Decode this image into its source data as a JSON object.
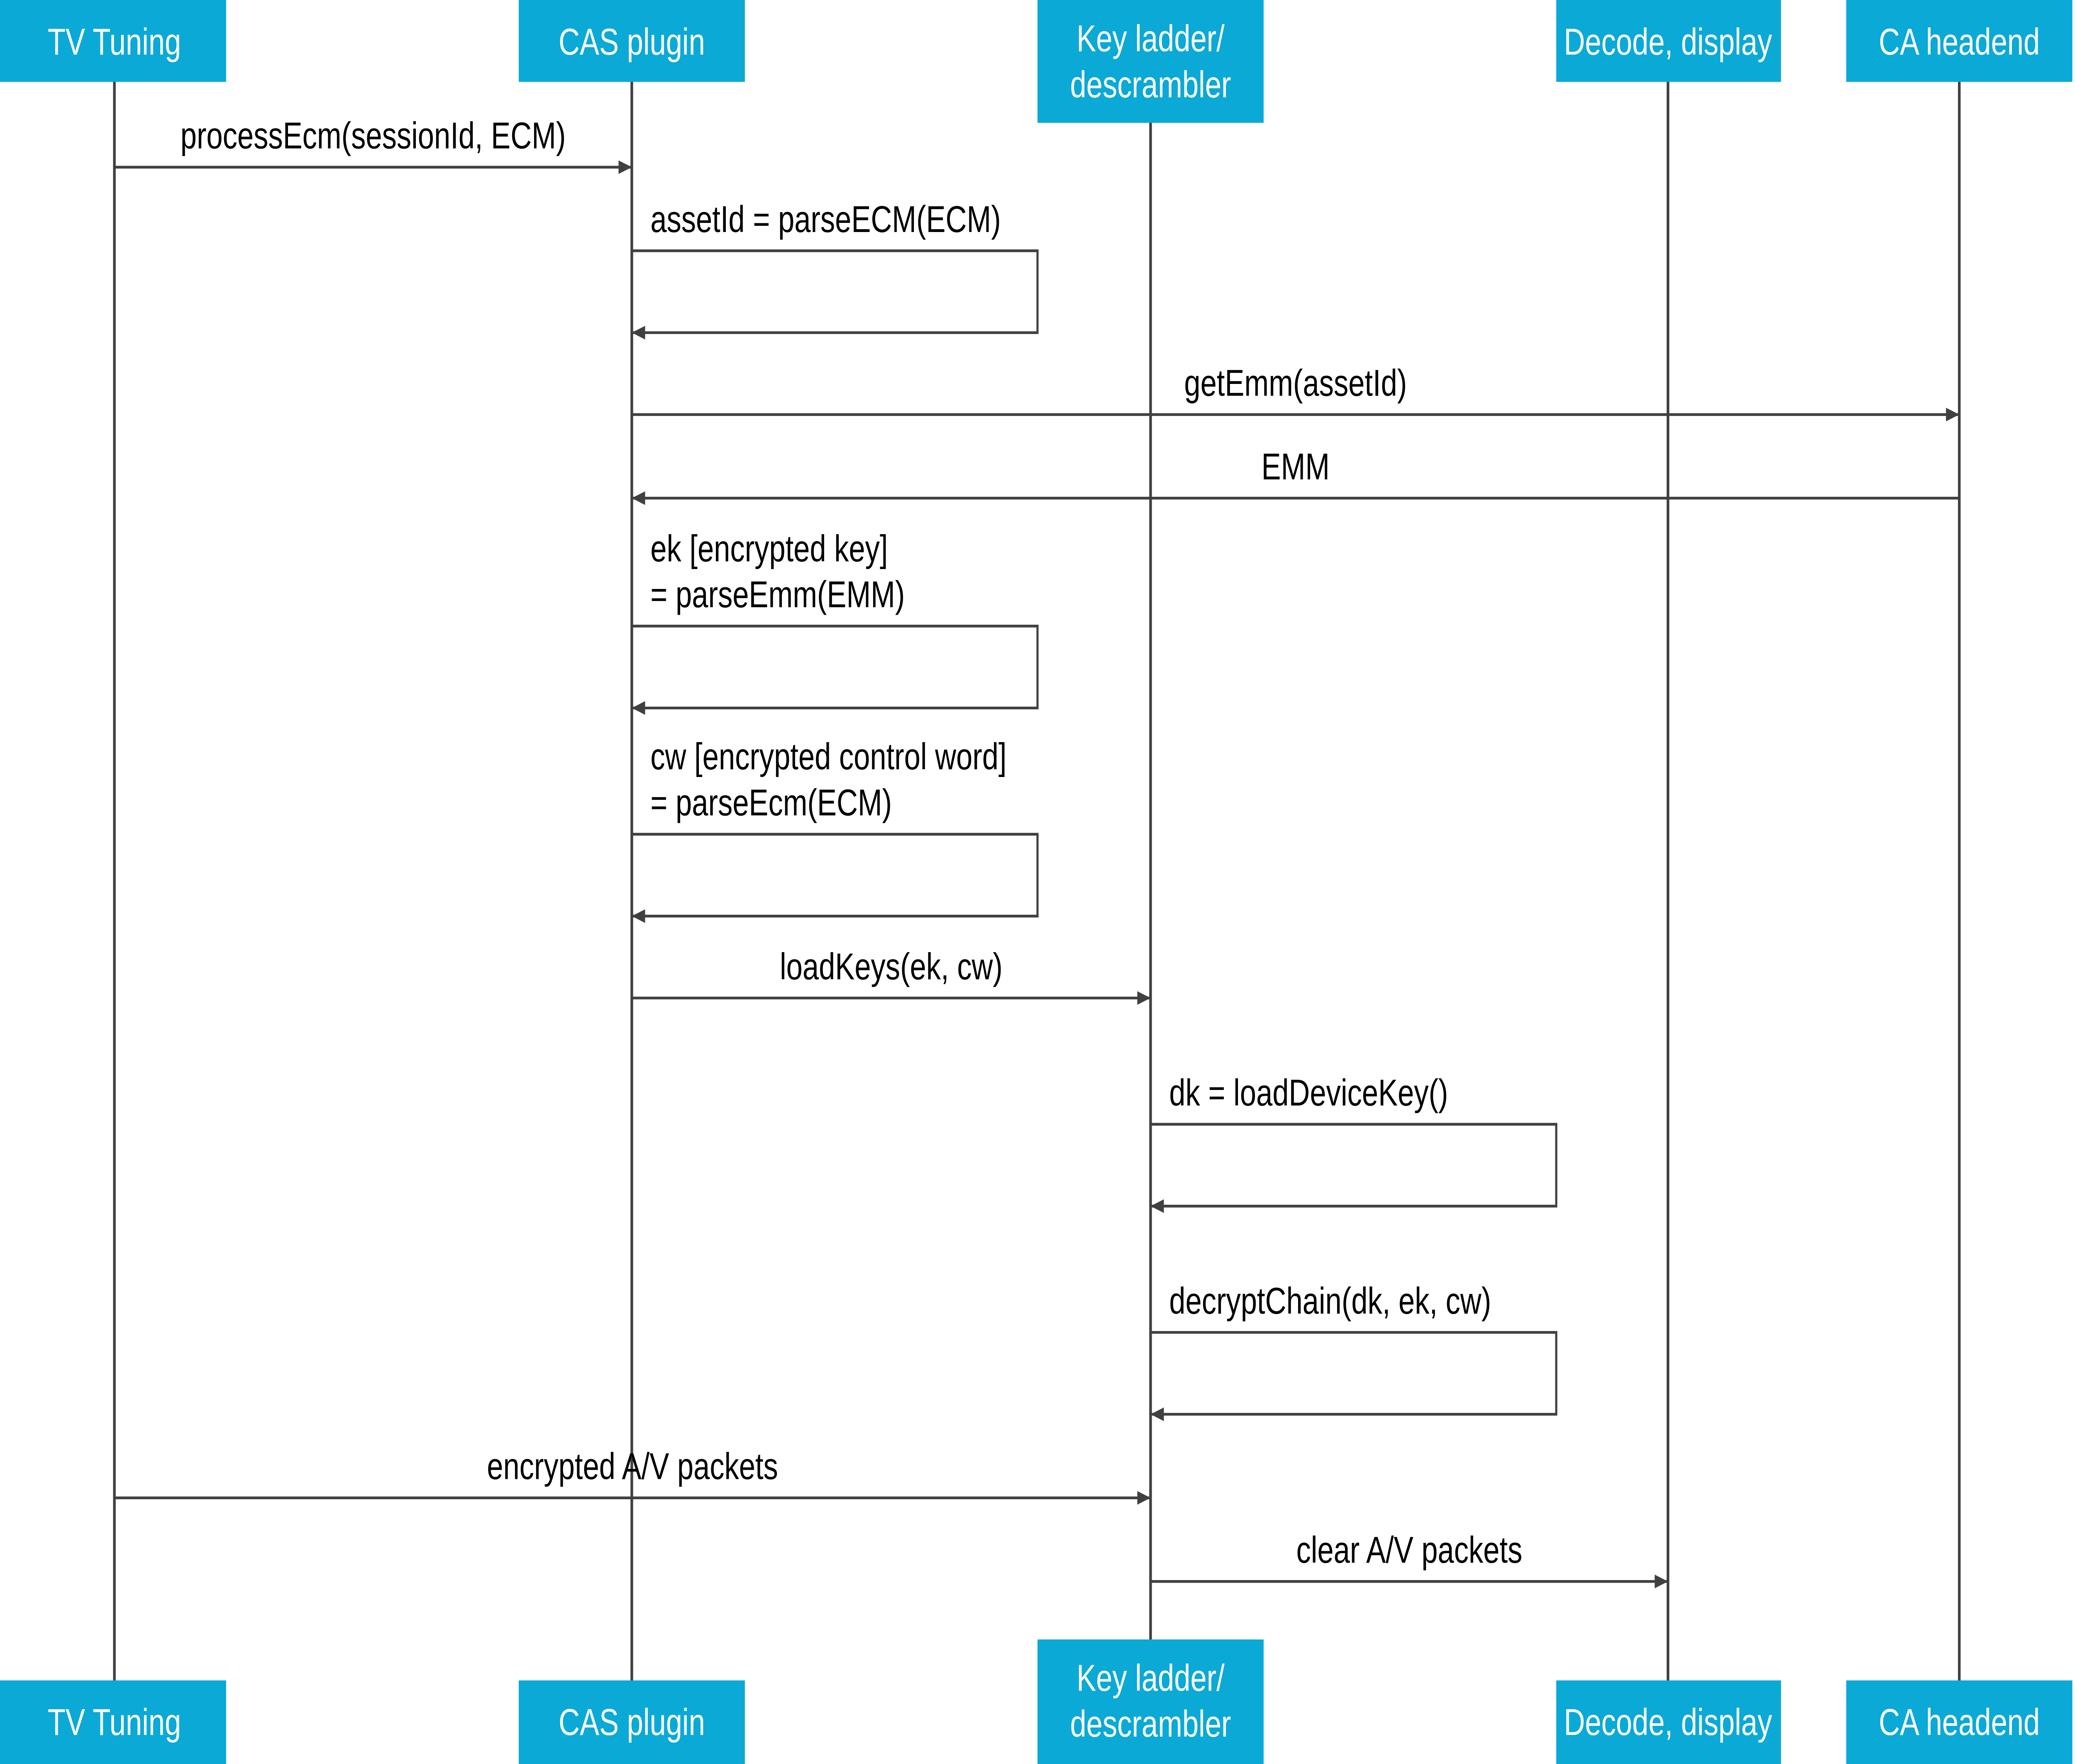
{
  "colors": {
    "participant_fill": "#0ba9d6",
    "participant_text": "#ffffff",
    "line": "#404040",
    "text": "#000000"
  },
  "participants": [
    {
      "id": "tv",
      "label": [
        "TV Tuning"
      ]
    },
    {
      "id": "cas",
      "label": [
        "CAS plugin"
      ]
    },
    {
      "id": "kl",
      "label": [
        "Key ladder/",
        "descrambler"
      ]
    },
    {
      "id": "dec",
      "label": [
        "Decode, display"
      ]
    },
    {
      "id": "ca",
      "label": [
        "CA headend"
      ]
    }
  ],
  "messages": [
    {
      "from": "tv",
      "to": "cas",
      "label": [
        "processEcm(sessionId, ECM)"
      ]
    },
    {
      "from": "cas",
      "to": "cas",
      "label": [
        "assetId = parseECM(ECM)"
      ]
    },
    {
      "from": "cas",
      "to": "ca",
      "label": [
        "getEmm(assetId)"
      ]
    },
    {
      "from": "ca",
      "to": "cas",
      "label": [
        "EMM"
      ]
    },
    {
      "from": "cas",
      "to": "cas",
      "label": [
        "ek [encrypted key]",
        "= parseEmm(EMM)"
      ]
    },
    {
      "from": "cas",
      "to": "cas",
      "label": [
        "cw [encrypted control word]",
        "= parseEcm(ECM)"
      ]
    },
    {
      "from": "cas",
      "to": "kl",
      "label": [
        "loadKeys(ek, cw)"
      ]
    },
    {
      "from": "kl",
      "to": "kl",
      "label": [
        "dk = loadDeviceKey()"
      ]
    },
    {
      "from": "kl",
      "to": "kl",
      "label": [
        "decryptChain(dk, ek, cw)"
      ]
    },
    {
      "from": "tv",
      "to": "kl",
      "label": [
        "encrypted A/V packets"
      ]
    },
    {
      "from": "kl",
      "to": "dec",
      "label": [
        "clear A/V packets"
      ]
    }
  ]
}
